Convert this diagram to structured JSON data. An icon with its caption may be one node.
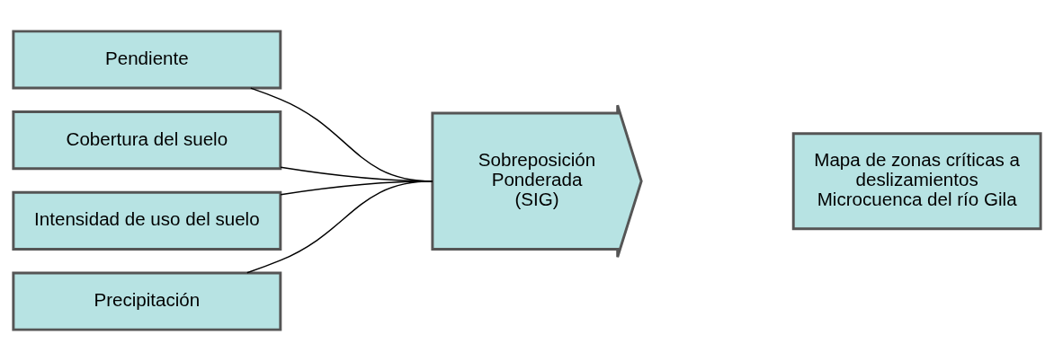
{
  "diagram": {
    "nodes": [
      {
        "text": [
          "Pendiente"
        ]
      },
      {
        "text": [
          "Cobertura del suelo"
        ]
      },
      {
        "text": [
          "Intensidad de uso del suelo"
        ]
      },
      {
        "text": [
          "Precipitación"
        ]
      },
      {
        "text": [
          "Sobreposición Ponderada",
          "(SIG)"
        ]
      },
      {
        "text": [
          "Mapa de zonas críticas a deslizamientos Microcuenca del río Gila"
        ]
      }
    ],
    "edges": [
      {
        "from": 0,
        "to": 4,
        "arrow": "none"
      },
      {
        "from": 1,
        "to": 4,
        "arrow": "none"
      },
      {
        "from": 2,
        "to": 4,
        "arrow": "none"
      },
      {
        "from": 3,
        "to": 4,
        "arrow": "none"
      }
    ]
  }
}
